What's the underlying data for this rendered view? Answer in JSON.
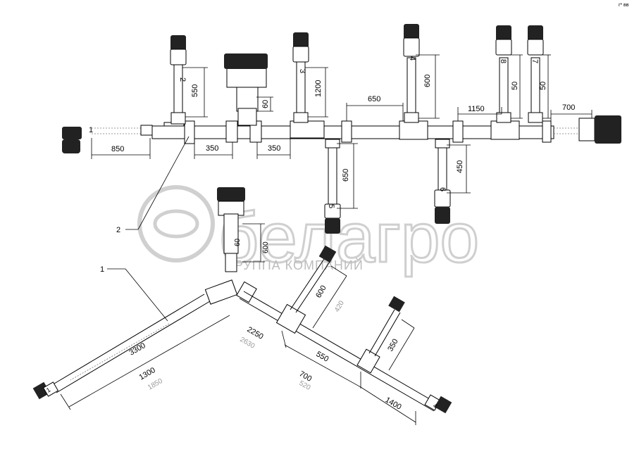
{
  "corner_mark": "r* вв",
  "watermark": {
    "brand": "белагро",
    "tagline": "ГРУППА КОМПАНИЙ"
  },
  "callouts": {
    "p1": "1",
    "p2": "2"
  },
  "top_assembly": {
    "end_label": "1",
    "branch_labels": [
      "2",
      "3",
      "4",
      "8",
      "7",
      "5",
      "6"
    ],
    "dimensions": {
      "d850": "850",
      "d350a": "350",
      "d350b": "350",
      "d550": "550",
      "d60": "60",
      "d1200": "1200",
      "d650h": "650",
      "d600": "600",
      "d1150": "1150",
      "d50a": "50",
      "d50b": "50",
      "d700": "700",
      "d650v": "650",
      "d450": "450"
    }
  },
  "bottom_assembly": {
    "end_label_left": "1",
    "end_label_right": "4",
    "dimensions": {
      "d3300": "3300",
      "d1300": "1300",
      "d1850": "1850",
      "d2250": "2250",
      "d2630": "2630",
      "d600": "600",
      "d420": "420",
      "d550": "550",
      "d700": "700",
      "d520": "520",
      "d350": "350",
      "d1400": "1400",
      "d60": "60",
      "d600v": "600"
    }
  }
}
